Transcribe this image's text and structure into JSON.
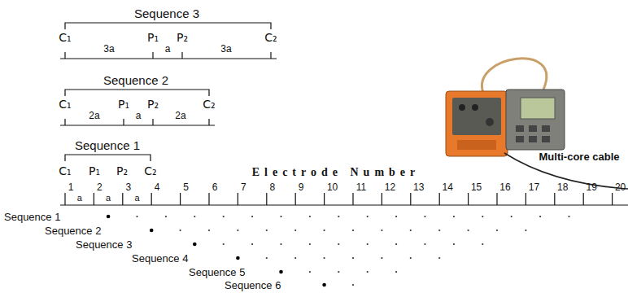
{
  "diagram": {
    "labels": [
      "Sequence 3",
      "C₁",
      "3a",
      "P₁",
      "a",
      "P₂",
      "3a",
      "C₂",
      "Sequence 2",
      "C₁",
      "2a",
      "P₁",
      "a",
      "P₂",
      "2a",
      "C₂",
      "Sequence 1",
      "C₁",
      "P₁",
      "P₂",
      "C₂",
      "Multi-core cable",
      "Electrode Number",
      "1",
      "2",
      "3",
      "4",
      "5",
      "6",
      "7",
      "8",
      "9",
      "10",
      "11",
      "12",
      "13",
      "14",
      "15",
      "16",
      "17",
      "18",
      "19",
      "20",
      "a",
      "a",
      "a",
      "Sequence 1",
      "Sequence 2",
      "Sequence 3",
      "Sequence 4",
      "Sequence 5",
      "Sequence 6"
    ]
  }
}
